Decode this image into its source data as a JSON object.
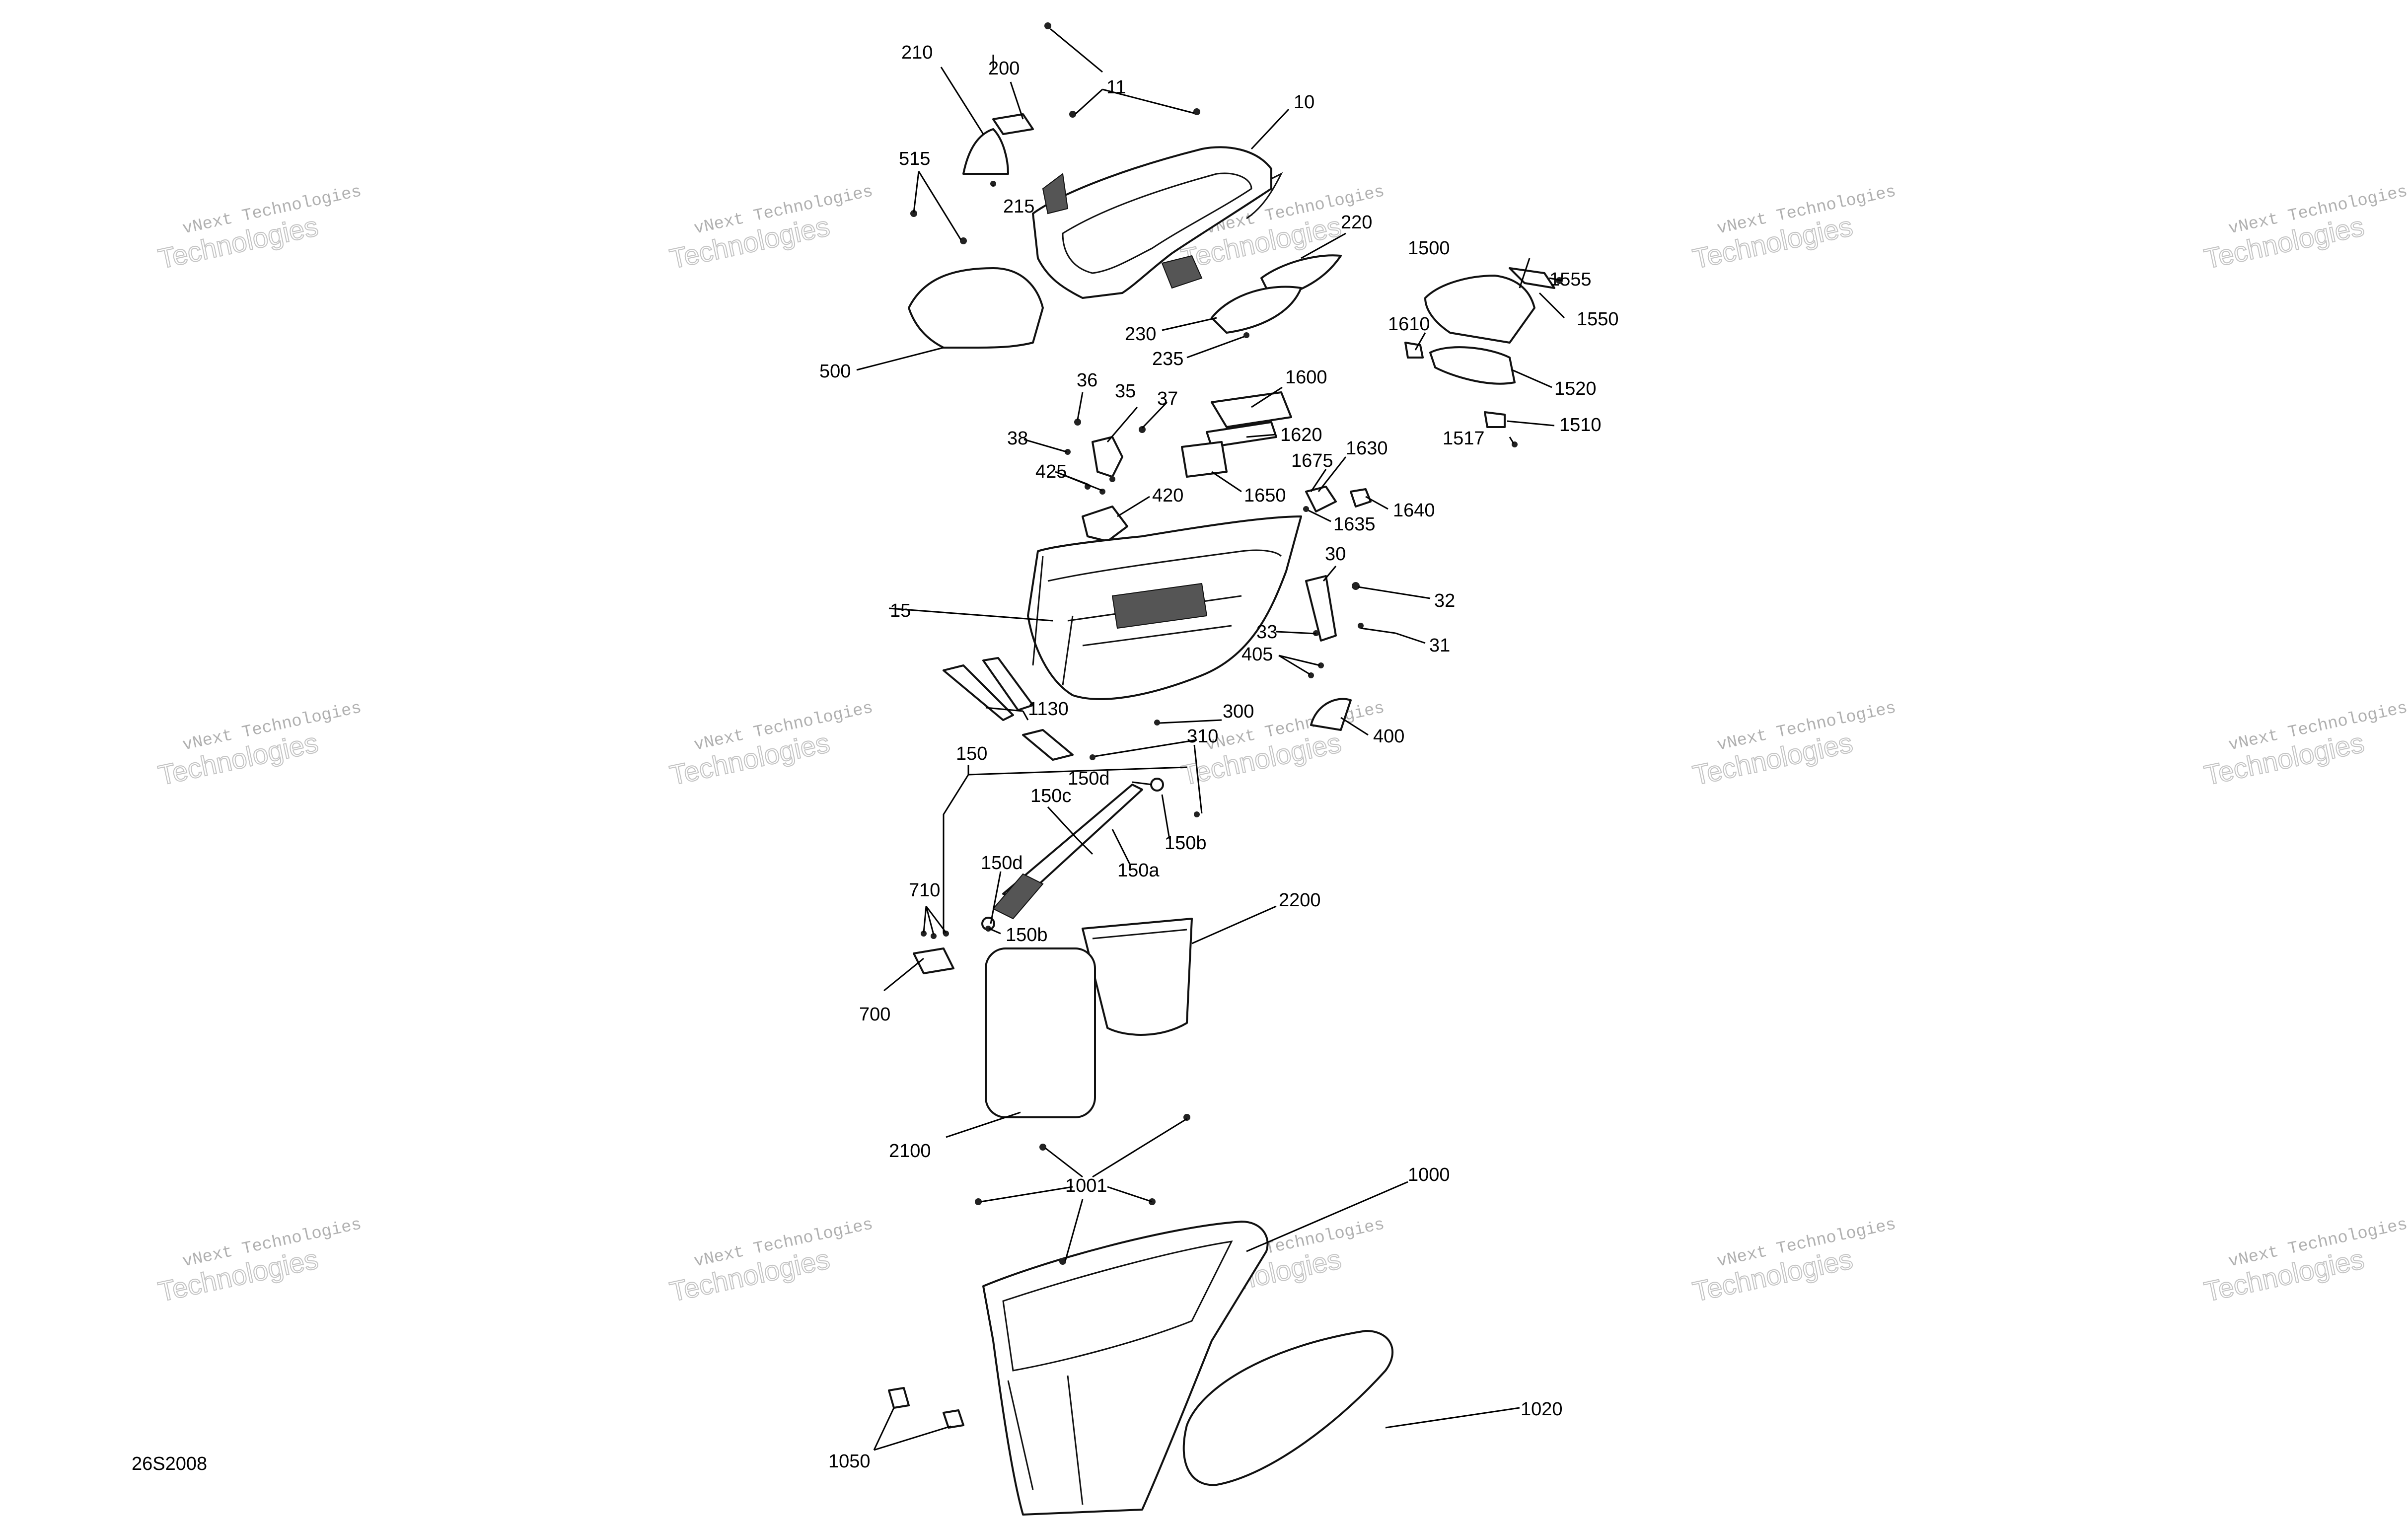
{
  "diagram_code": "26S2008",
  "watermark": {
    "line1": "vNext Technologies",
    "line2": "Technologies"
  },
  "callouts": {
    "c10": "10",
    "c11": "11",
    "c200": "200",
    "c210": "210",
    "c215": "215",
    "c220": "220",
    "c230": "230",
    "c235": "235",
    "c500": "500",
    "c515": "515",
    "c1500": "1500",
    "c1510": "1510",
    "c1517": "1517",
    "c1520": "1520",
    "c1550": "1550",
    "c1555": "1555",
    "c1610": "1610",
    "c36": "36",
    "c35": "35",
    "c37": "37",
    "c38": "38",
    "c425": "425",
    "c420": "420",
    "c1600": "1600",
    "c1620": "1620",
    "c1650": "1650",
    "c1675": "1675",
    "c1630": "1630",
    "c1640": "1640",
    "c1635": "1635",
    "c15": "15",
    "c30": "30",
    "c32": "32",
    "c33": "33",
    "c31": "31",
    "c405": "405",
    "c400": "400",
    "c1130": "1130",
    "c300": "300",
    "c310": "310",
    "c150": "150",
    "c150d_top": "150d",
    "c150c": "150c",
    "c150b_right": "150b",
    "c150a": "150a",
    "c150d_left": "150d",
    "c150b_left": "150b",
    "c710": "710",
    "c700": "700",
    "c2200": "2200",
    "c2100": "2100",
    "c1001": "1001",
    "c1000": "1000",
    "c1020": "1020",
    "c1050": "1050"
  }
}
